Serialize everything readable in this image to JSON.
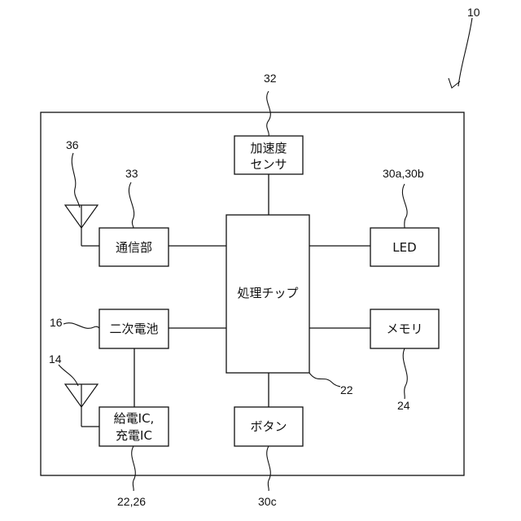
{
  "device_ref": "10",
  "blocks": {
    "accel_sensor": {
      "line1": "加速度",
      "line2": "センサ"
    },
    "comm_unit": "通信部",
    "processing_chip": "処理チップ",
    "led": "LED",
    "secondary_battery": "二次電池",
    "memory": "メモリ",
    "power_ic": {
      "line1": "給電IC,",
      "line2": "充電IC"
    },
    "button": "ボタン"
  },
  "refs": {
    "accel_sensor": "32",
    "antenna_top": "36",
    "comm_unit": "33",
    "led": "30a,30b",
    "battery": "16",
    "antenna_bottom": "14",
    "chip": "22",
    "memory": "24",
    "power_ic": "22,26",
    "button": "30c"
  }
}
